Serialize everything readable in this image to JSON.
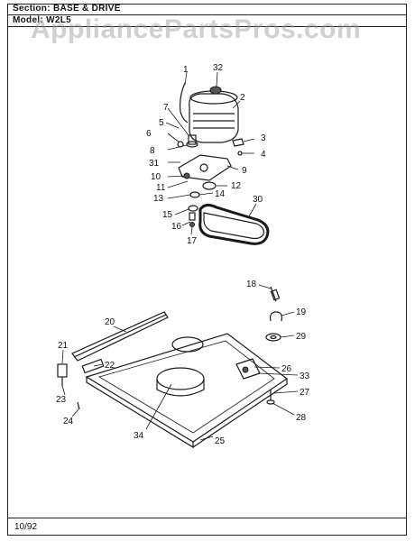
{
  "header": {
    "section_label": "Section:",
    "section_value": "BASE & DRIVE",
    "model_label": "Model:",
    "model_value": "W2L5"
  },
  "watermark": "AppliancePartsPros.com",
  "footer": {
    "date": "10/92"
  },
  "callouts": [
    {
      "id": "c1",
      "text": "1"
    },
    {
      "id": "c2",
      "text": "2"
    },
    {
      "id": "c3",
      "text": "3"
    },
    {
      "id": "c4",
      "text": "4"
    },
    {
      "id": "c5",
      "text": "5"
    },
    {
      "id": "c6",
      "text": "6"
    },
    {
      "id": "c7",
      "text": "7"
    },
    {
      "id": "c8",
      "text": "8"
    },
    {
      "id": "c9",
      "text": "9"
    },
    {
      "id": "c10",
      "text": "10"
    },
    {
      "id": "c11",
      "text": "11"
    },
    {
      "id": "c12",
      "text": "12"
    },
    {
      "id": "c13",
      "text": "13"
    },
    {
      "id": "c14",
      "text": "14"
    },
    {
      "id": "c15",
      "text": "15"
    },
    {
      "id": "c16",
      "text": "16"
    },
    {
      "id": "c17",
      "text": "17"
    },
    {
      "id": "c18",
      "text": "18"
    },
    {
      "id": "c19",
      "text": "19"
    },
    {
      "id": "c20",
      "text": "20"
    },
    {
      "id": "c21",
      "text": "21"
    },
    {
      "id": "c22",
      "text": "22"
    },
    {
      "id": "c23",
      "text": "23"
    },
    {
      "id": "c24",
      "text": "24"
    },
    {
      "id": "c25",
      "text": "25"
    },
    {
      "id": "c26",
      "text": "26"
    },
    {
      "id": "c27",
      "text": "27"
    },
    {
      "id": "c28",
      "text": "28"
    },
    {
      "id": "c29",
      "text": "29"
    },
    {
      "id": "c30",
      "text": "30"
    },
    {
      "id": "c31",
      "text": "31"
    },
    {
      "id": "c32",
      "text": "32"
    },
    {
      "id": "c33",
      "text": "33"
    },
    {
      "id": "c34",
      "text": "34"
    }
  ]
}
